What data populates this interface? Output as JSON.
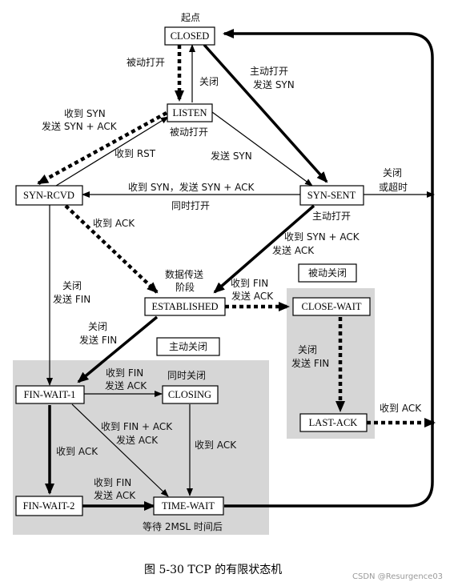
{
  "diagram": {
    "start_label": "起点",
    "states": {
      "closed": "CLOSED",
      "listen": "LISTEN",
      "syn_rcvd": "SYN-RCVD",
      "syn_sent": "SYN-SENT",
      "established": "ESTABLISHED",
      "close_wait": "CLOSE-WAIT",
      "last_ack": "LAST-ACK",
      "fin_wait_1": "FIN-WAIT-1",
      "closing": "CLOSING",
      "fin_wait_2": "FIN-WAIT-2",
      "time_wait": "TIME-WAIT"
    },
    "regions": {
      "active_close": "主动关闭",
      "passive_close": "被动关闭"
    },
    "labels": {
      "passive_open": "被动打开",
      "close": "关闭",
      "active_open_send_syn_1": "主动打开",
      "active_open_send_syn_2": "发送 SYN",
      "recv_syn_1": "收到 SYN",
      "recv_syn_2": "发送 SYN + ACK",
      "passive_open_2": "被动打开",
      "recv_rst": "收到 RST",
      "send_syn": "发送 SYN",
      "close_or_timeout_1": "关闭",
      "close_or_timeout_2": "或超时",
      "simul_syn": "收到 SYN，发送 SYN + ACK",
      "simul_open": "同时打开",
      "active_open_2": "主动打开",
      "recv_ack_1": "收到 ACK",
      "recv_synack_1": "收到 SYN + ACK",
      "recv_synack_2": "发送 ACK",
      "data_transfer_1": "数据传送",
      "data_transfer_2": "阶段",
      "recv_fin_est_1": "收到 FIN",
      "recv_fin_est_2": "发送 ACK",
      "close_fin_left_1": "关闭",
      "close_fin_left_2": "发送 FIN",
      "close_fin_est_1": "关闭",
      "close_fin_est_2": "发送 FIN",
      "close_fin_cw_1": "关闭",
      "close_fin_cw_2": "发送 FIN",
      "recv_ack_last": "收到 ACK",
      "recv_fin_fw1_1": "收到 FIN",
      "recv_fin_fw1_2": "发送 ACK",
      "simul_close": "同时关闭",
      "recv_finack_1": "收到 FIN + ACK",
      "recv_finack_2": "发送 ACK",
      "recv_ack_fw1": "收到 ACK",
      "recv_ack_closing": "收到 ACK",
      "recv_fin_fw2_1": "收到 FIN",
      "recv_fin_fw2_2": "发送 ACK",
      "wait_2msl": "等待 2MSL 时间后"
    },
    "caption": "图 5-30    TCP 的有限状态机",
    "watermark": "CSDN @Resurgence03"
  }
}
